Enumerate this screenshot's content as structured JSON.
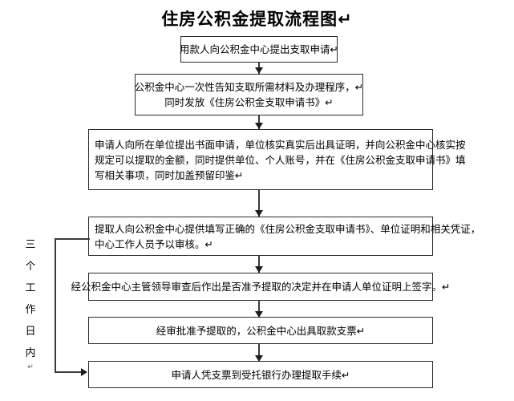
{
  "document": {
    "title": "住房公积金提取流程图",
    "title_mark": "↵"
  },
  "side_label": {
    "chars": [
      "三",
      "个",
      "工",
      "作",
      "日",
      "内"
    ],
    "mark": "↵",
    "text": "三个工作日内"
  },
  "flow": {
    "nodes": [
      {
        "id": "step-1",
        "lines": [
          "用款人向公积金中心提出支取申请↵"
        ]
      },
      {
        "id": "step-2",
        "lines": [
          "公积金中心一次性告知支取所需材料及办理程序，↵",
          "同时发放《住房公积金支取申请书》↵"
        ]
      },
      {
        "id": "step-3",
        "lines": [
          "申请人向所在单位提出书面申请，单位核实真实后出具证明，并向公积金中心核实按",
          "规定可以提取的金额，同时提供单位、个人账号，并在《住房公积金支取申请书》填",
          "写相关事项，同时加盖预留印鉴↵"
        ]
      },
      {
        "id": "step-4",
        "lines": [
          "提取人向公积金中心提供填写正确的《住房公积金支取申请书》、单位证明和相关凭证，",
          "中心工作人员予以审核。↵"
        ]
      },
      {
        "id": "step-5",
        "lines": [
          "经公积金中心主管领导审查后作出是否准予提取的决定并在申请人单位证明上签字。↵"
        ]
      },
      {
        "id": "step-6",
        "lines": [
          "经审批准予提取的，公积金中心出具取款支票↵"
        ]
      },
      {
        "id": "step-7",
        "lines": [
          "申请人凭支票到受托银行办理提取手续↵"
        ]
      }
    ],
    "connector_count": 7
  },
  "colors": {
    "background": "#ffffff",
    "border": "#2b2b2b",
    "line": "#3a3a3a",
    "text": "#000000"
  }
}
